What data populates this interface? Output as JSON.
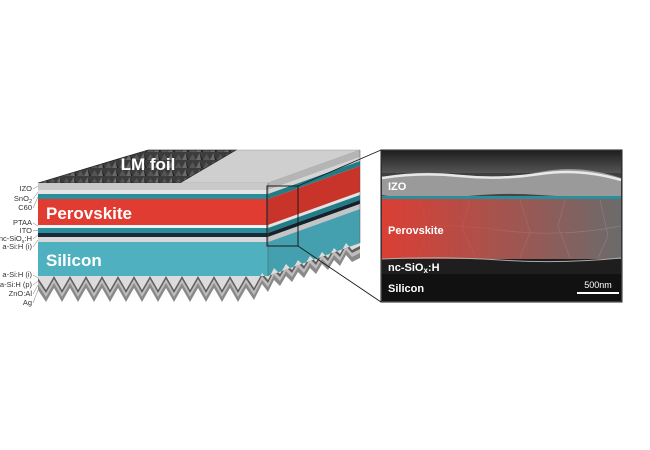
{
  "diagram": {
    "foil_label": "LM foil",
    "main_layers": {
      "perovskite": "Perovskite",
      "silicon": "Silicon"
    },
    "left_labels": {
      "izo": "IZO",
      "sno2": "SnO",
      "sno2_sub": "2",
      "c60": "C60",
      "ptaa": "PTAA",
      "ito": "ITO",
      "ncsiox": "nc-SiO",
      "ncsiox_sub": "x",
      "ncsiox_tail": ":H",
      "asih_i_top": "a-Si:H (i)",
      "asih_i_bottom": "a-Si:H (i)",
      "asih_p": "a-Si:H (p)",
      "znoal": "ZnO:Al",
      "ag": "Ag"
    },
    "sem_inset": {
      "izo": "IZO",
      "perovskite": "Perovskite",
      "ncsiox": "nc-SiO",
      "ncsiox_sub": "x",
      "ncsiox_tail": ":H",
      "silicon": "Silicon",
      "scale_bar": "500nm"
    },
    "colors": {
      "perovskite": "#e03c31",
      "silicon": "#4fb1c0",
      "teal_layer": "#2a8f9d",
      "dark_layer": "#1a2a38",
      "izo": "#c9c9c9",
      "foil": "#3a3a3a"
    }
  }
}
